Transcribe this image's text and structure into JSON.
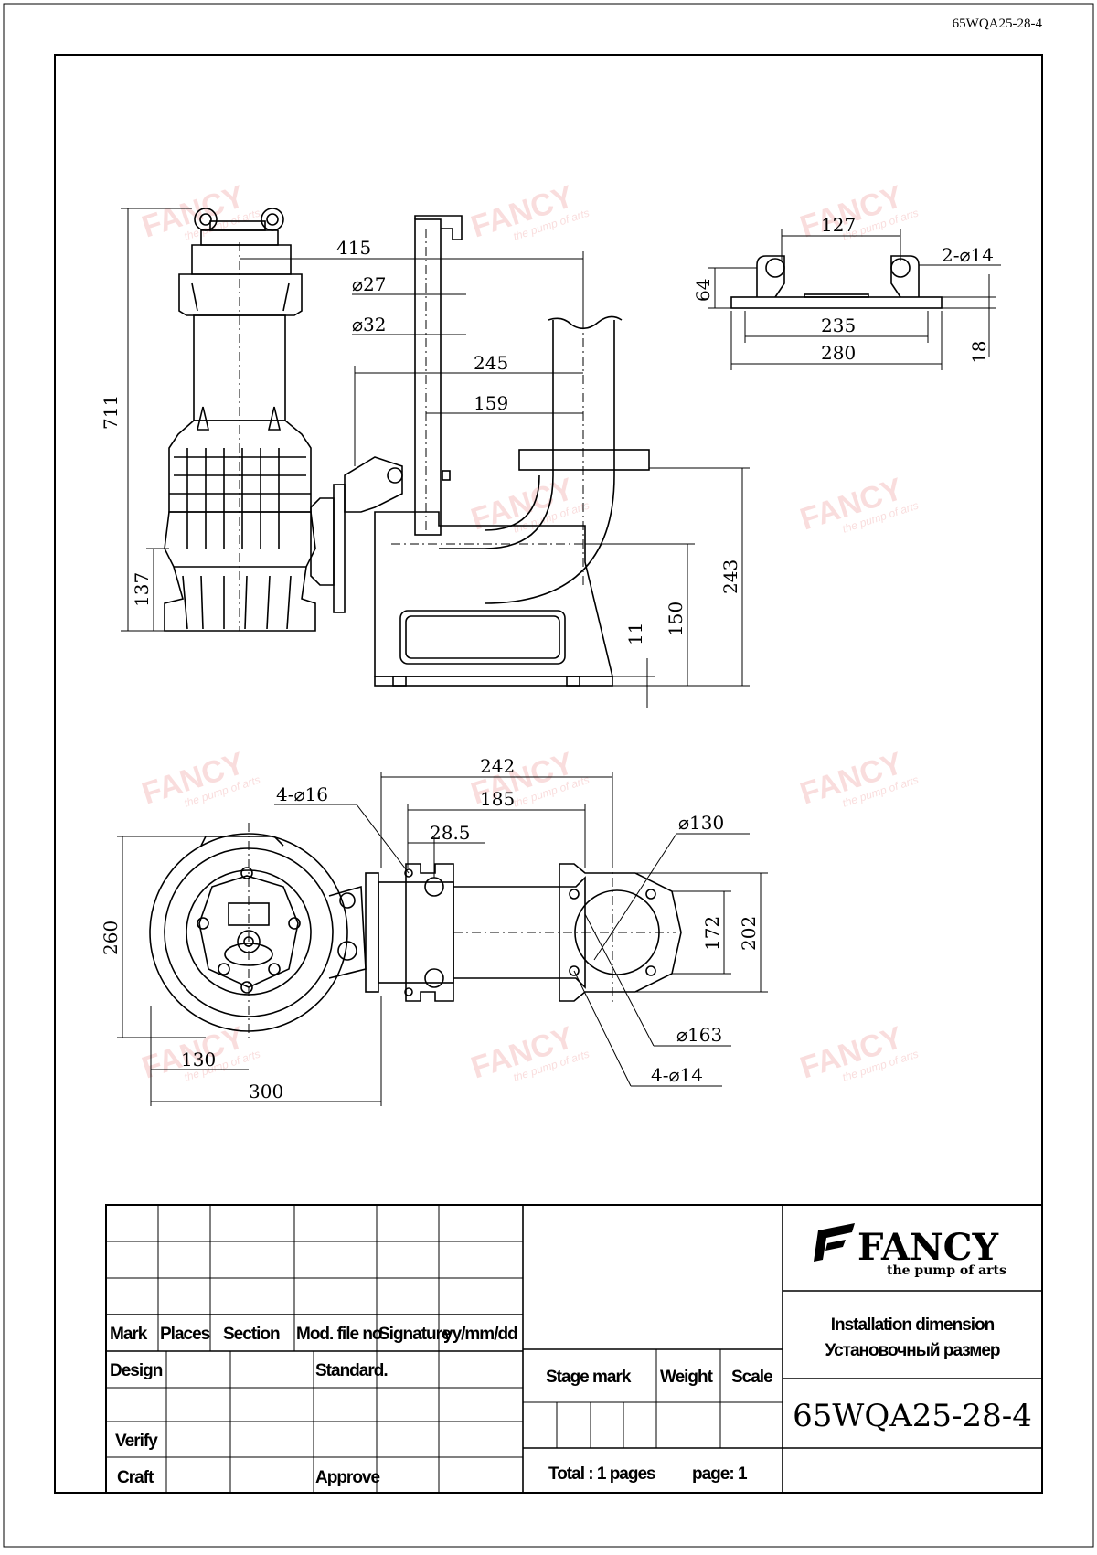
{
  "document": {
    "code": "65WQA25-28-4"
  },
  "watermark": {
    "brand": "FANCY",
    "tagline": "the pump of arts"
  },
  "front_view": {
    "dims": {
      "d415": "415",
      "d27": "⌀27",
      "d32": "⌀32",
      "d245": "245",
      "d159": "159",
      "d711": "711",
      "d137": "137",
      "d243": "243",
      "d150": "150",
      "d11": "11"
    }
  },
  "base_detail": {
    "dims": {
      "d127": "127",
      "holes": "2-⌀14",
      "d64": "64",
      "d235": "235",
      "d280": "280",
      "d18": "18"
    }
  },
  "top_view": {
    "dims": {
      "d242": "242",
      "d185": "185",
      "d28_5": "28.5",
      "holes16": "4-⌀16",
      "d130c": "⌀130",
      "d163": "⌀163",
      "holes14": "4-⌀14",
      "d172": "172",
      "d202": "202",
      "d260": "260",
      "d130": "130",
      "d300": "300"
    }
  },
  "title_block": {
    "headers": [
      "Mark",
      "Places",
      "Section",
      "Mod. file no.",
      "Signature",
      "yy/mm/dd"
    ],
    "design": "Design",
    "standard": "Standard.",
    "verify": "Verify",
    "craft": "Craft",
    "approve": "Approve",
    "stage_mark": "Stage mark",
    "weight": "Weight",
    "scale": "Scale",
    "total": "Total : 1 pages",
    "page": "page:  1",
    "brand": "FANCY",
    "tagline": "the pump of arts",
    "title_en": "Installation dimension",
    "title_ru": "Установочный размер",
    "model": "65WQA25-28-4"
  }
}
